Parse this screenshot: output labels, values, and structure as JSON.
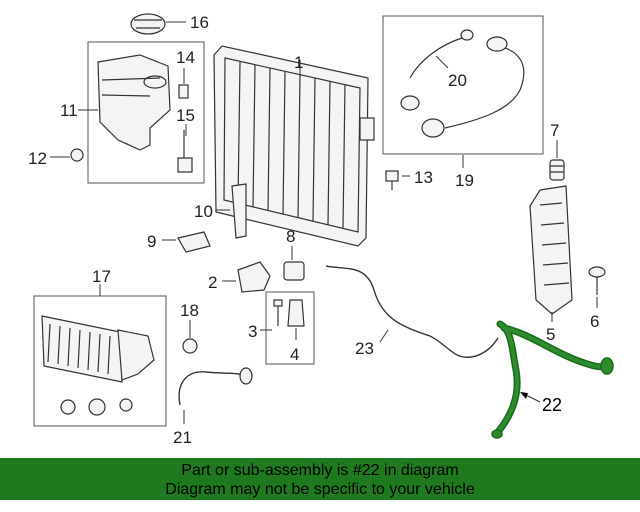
{
  "callouts": {
    "c1": "1",
    "c2": "2",
    "c3": "3",
    "c4": "4",
    "c5": "5",
    "c6": "6",
    "c7": "7",
    "c8": "8",
    "c9": "9",
    "c10": "10",
    "c11": "11",
    "c12": "12",
    "c13": "13",
    "c14": "14",
    "c15": "15",
    "c16": "16",
    "c17": "17",
    "c18": "18",
    "c19": "19",
    "c20": "20",
    "c21": "21",
    "c22": "22",
    "c23": "23"
  },
  "highlight": {
    "part": "22",
    "color": "#2e8b2e"
  },
  "banner": {
    "line1": "Part or sub-assembly is #22 in diagram",
    "line2": "Diagram may not be specific to your vehicle",
    "color": "#1f7a1f"
  }
}
